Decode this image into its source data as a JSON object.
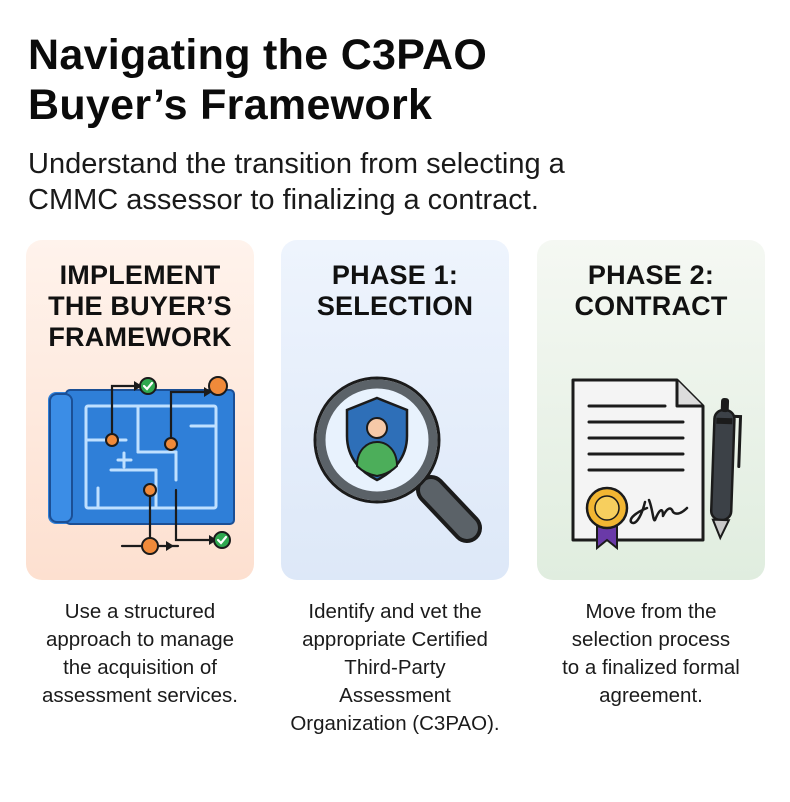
{
  "header": {
    "title_lines": [
      "Navigating the C3PAO",
      "Buyer’s Framework"
    ],
    "subtitle_lines": [
      "Understand the transition from selecting a",
      "CMMC assessor to finalizing a contract."
    ]
  },
  "cards": [
    {
      "heading_lines": [
        "IMPLEMENT",
        "THE BUYER’S",
        "FRAMEWORK"
      ],
      "icon": "blueprint-flow-icon",
      "description_lines": [
        "Use a structured",
        "approach to manage",
        "the acquisition of",
        "assessment services."
      ]
    },
    {
      "heading_lines": [
        "PHASE 1:",
        "SELECTION"
      ],
      "icon": "magnifier-shield-person-icon",
      "description_lines": [
        "Identify and vet the",
        "appropriate Certified",
        "Third-Party",
        "Assessment",
        "Organization (C3PAO)."
      ]
    },
    {
      "heading_lines": [
        "PHASE 2:",
        "CONTRACT"
      ],
      "icon": "signed-contract-pen-icon",
      "description_lines": [
        "Move from the",
        "selection process",
        "to a finalized formal",
        "agreement."
      ]
    }
  ],
  "colors": {
    "card_1_bg": "#fde0d0",
    "card_2_bg": "#dde8f8",
    "card_3_bg": "#e0eddf",
    "blueprint_blue": "#2f7fd8",
    "accent_orange": "#f08a3a",
    "accent_green": "#2fa84f",
    "shield_blue": "#2e6fb8"
  }
}
